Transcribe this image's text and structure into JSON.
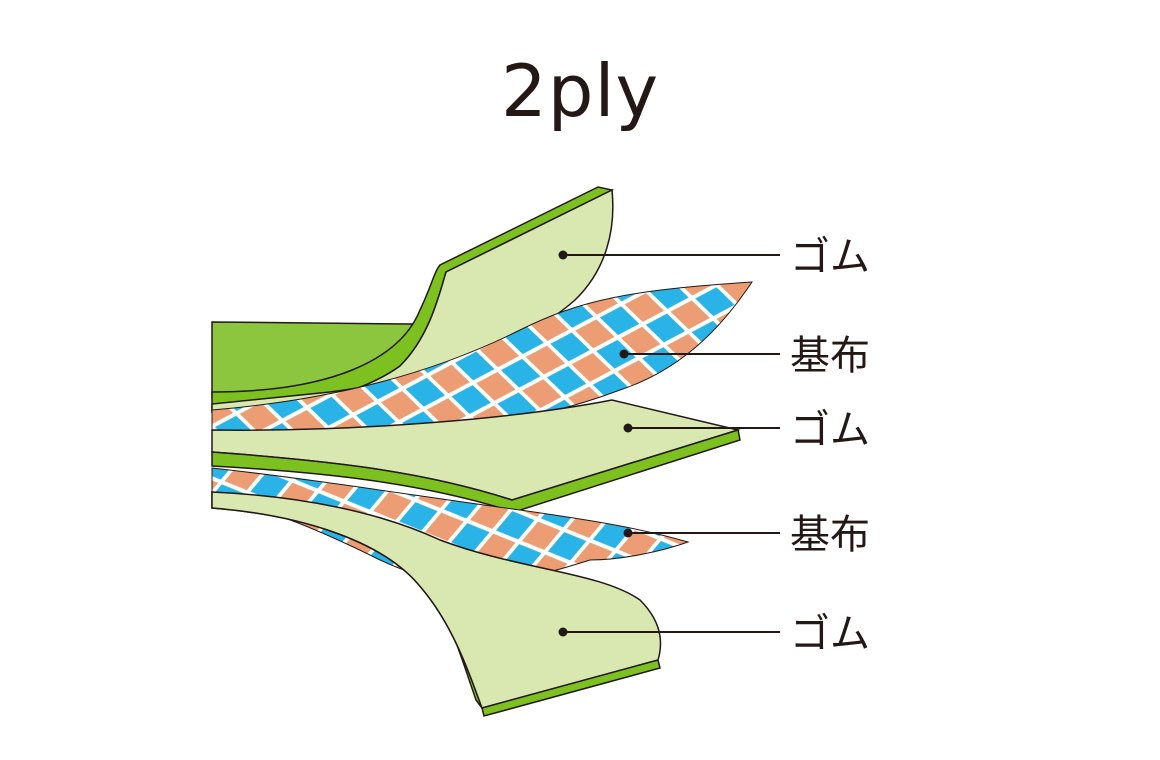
{
  "title": "2ply",
  "colors": {
    "rubber_face": "#d8e8b0",
    "rubber_edge": "#7cc120",
    "rubber_dark": "#8cc63f",
    "fabric_orange": "#ec9d74",
    "fabric_blue": "#29b3e6",
    "outline": "#231815",
    "leader": "#231815"
  },
  "layers": [
    {
      "label": "ゴム"
    },
    {
      "label": "基布"
    },
    {
      "label": "ゴム"
    },
    {
      "label": "基布"
    },
    {
      "label": "ゴム"
    }
  ]
}
